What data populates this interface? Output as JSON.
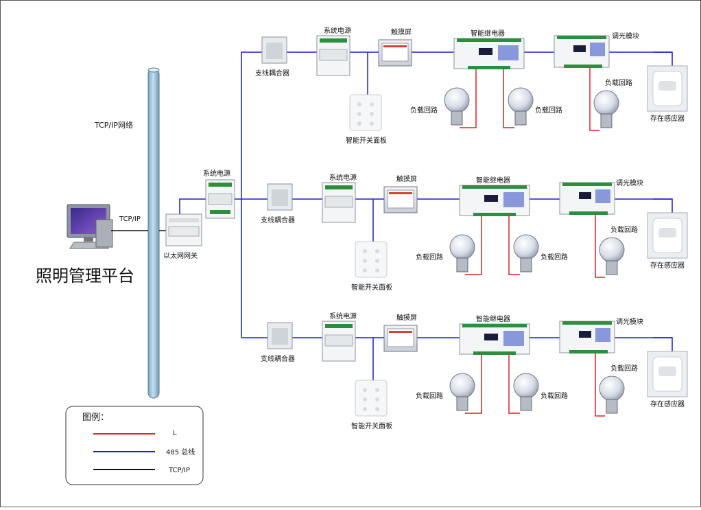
{
  "network_label": "TCP/IP网络",
  "pc_link_label": "TCP/IP",
  "platform_title": "照明管理平台",
  "gateway_label": "以太网网关",
  "main_power_label": "系统电源",
  "legend": {
    "title": "图例：",
    "items": [
      {
        "label": "L",
        "color": "#e02020"
      },
      {
        "label": "485 总线",
        "color": "#1a1adc"
      },
      {
        "label": "TCP/IP",
        "color": "#111111"
      }
    ]
  },
  "colors": {
    "bus": "#1a1adc",
    "load": "#e02020",
    "tcpip": "#111111",
    "pipe": "#9cc4dc"
  },
  "rows": [
    {
      "coupler": "支线耦合器",
      "power": "系统电源",
      "touch": "触摸屏",
      "panel": "智能开关面板",
      "relay": "智能继电器",
      "dimmer": "调光模块",
      "load_a": "负载回路",
      "load_b": "负载回路",
      "load_c": "负载回路",
      "sensor": "存在感应器"
    },
    {
      "coupler": "支线耦合器",
      "power": "系统电源",
      "touch": "触摸屏",
      "panel": "智能开关面板",
      "relay": "智能继电器",
      "dimmer": "调光模块",
      "load_a": "负载回路",
      "load_b": "负载回路",
      "load_c": "负载回路",
      "sensor": "存在感应器"
    },
    {
      "coupler": "支线耦合器",
      "power": "系统电源",
      "touch": "触摸屏",
      "panel": "智能开关面板",
      "relay": "智能继电器",
      "dimmer": "调光模块",
      "load_a": "负载回路",
      "load_b": "负载回路",
      "load_c": "负载回路",
      "sensor": "存在感应器"
    }
  ]
}
